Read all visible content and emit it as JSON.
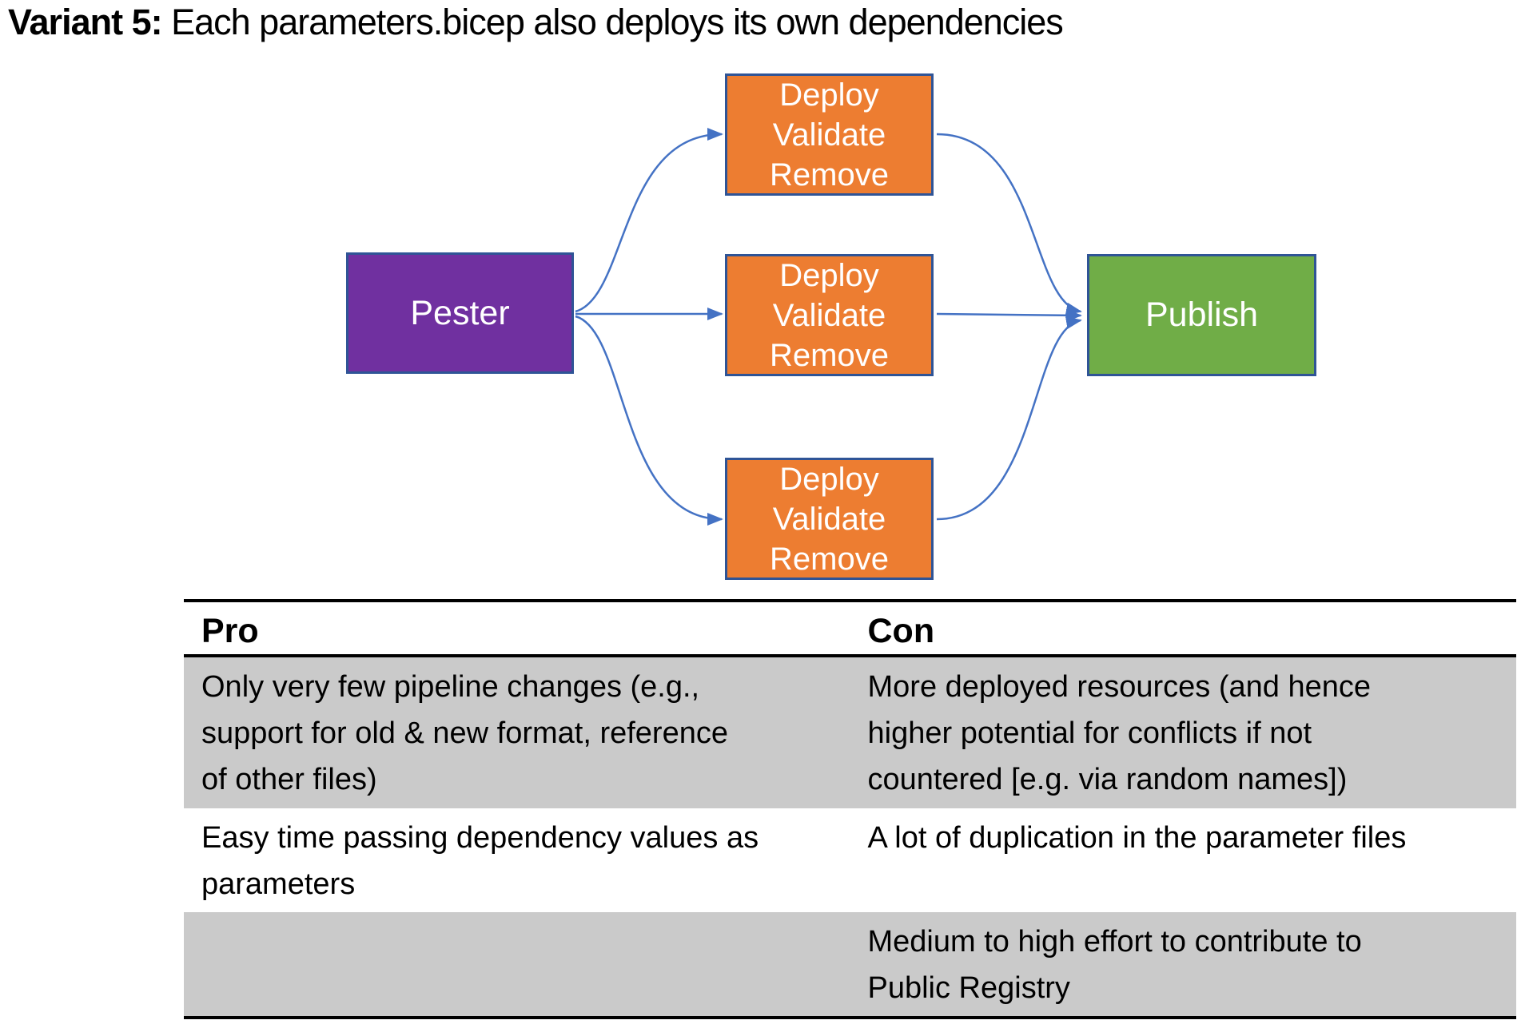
{
  "title": {
    "bold": "Variant 5:",
    "regular": " Each parameters.bicep also deploys its own dependencies"
  },
  "diagram": {
    "source_label": "Pester",
    "stage_lines": [
      "Deploy",
      "Validate",
      "Remove"
    ],
    "target_label": "Publish"
  },
  "table": {
    "headers": {
      "pro": "Pro",
      "con": "Con"
    },
    "rows": [
      {
        "pro_lines": [
          "Only very few pipeline changes (e.g.,",
          "support for old & new format, reference",
          "of other files)"
        ],
        "con_lines": [
          "More deployed resources (and hence",
          "higher potential for conflicts if not",
          "countered [e.g. via random names])"
        ]
      },
      {
        "pro_lines": [
          "Easy time passing dependency values as",
          "parameters"
        ],
        "con_lines": [
          "A lot of duplication in the parameter files"
        ]
      },
      {
        "pro_lines": [],
        "con_lines": [
          "Medium to high effort to contribute to",
          "Public Registry"
        ]
      }
    ]
  },
  "colors": {
    "purple": "#7030A0",
    "orange": "#ED7D31",
    "green": "#70AD47",
    "node_border": "#2F5496",
    "arrow_blue": "#4472C4",
    "row_gray": "#CACACA",
    "table_border": "#000000"
  }
}
